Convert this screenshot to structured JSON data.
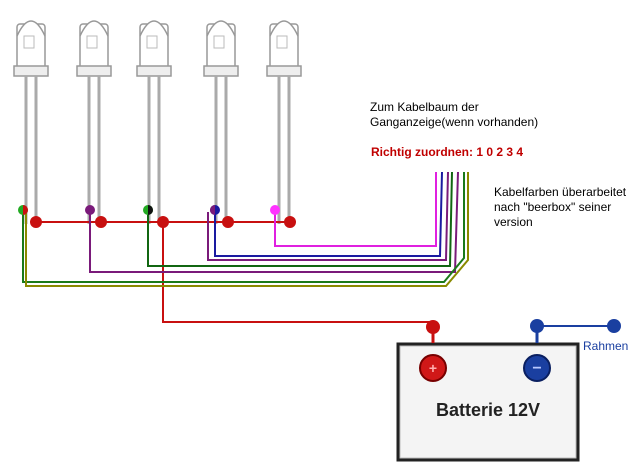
{
  "annotations": {
    "harness_line1": "Zum Kabelbaum der",
    "harness_line2": "Ganganzeige(wenn vorhanden)",
    "assignment": "Richtig zuordnen: 1 0 2 3 4",
    "colors_line1": "Kabelfarben überarbeitet",
    "colors_line2": "nach \"beerbox\" seiner",
    "colors_line3": "version"
  },
  "battery": {
    "label": "Batterie 12V",
    "plus_symbol": "+",
    "minus_symbol": "−"
  },
  "frame": {
    "label": "Rahmen"
  },
  "leds": [
    {
      "id": "led-1",
      "indicator_color": "#22aa22"
    },
    {
      "id": "led-2",
      "indicator_color": "#7a1a7a"
    },
    {
      "id": "led-3",
      "indicator_color": "#116611"
    },
    {
      "id": "led-4",
      "indicator_color": "#1a1aa0"
    },
    {
      "id": "led-5",
      "indicator_color": "#ff33ff"
    }
  ],
  "colors": {
    "wire_red": "#c81010",
    "wire_purple": "#7a1a7a",
    "wire_green": "#1a7a1a",
    "wire_olive": "#8a8a00",
    "wire_blue": "#1a1aa0",
    "wire_magenta": "#e020e0",
    "frame_blue": "#1a3fa0"
  }
}
